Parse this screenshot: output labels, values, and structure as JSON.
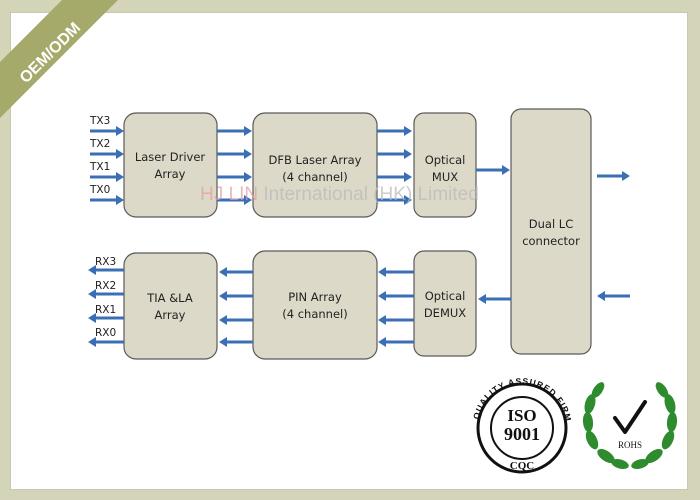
{
  "ribbon": {
    "text": "OEM/ODM",
    "color": "#a5a96a"
  },
  "watermark": {
    "brand_red": "HJ LIN",
    "brand_gray": " International (HK) Limited"
  },
  "tx_inputs": [
    "TX3",
    "TX2",
    "TX1",
    "TX0"
  ],
  "rx_outputs": [
    "RX3",
    "RX2",
    "RX1",
    "RX0"
  ],
  "blocks": {
    "laser_driver": {
      "line1": "Laser Driver",
      "line2": "Array"
    },
    "dfb_laser": {
      "line1": "DFB Laser Array",
      "line2": "(4 channel)"
    },
    "optical_mux": {
      "line1": "Optical",
      "line2": "MUX"
    },
    "dual_lc": {
      "line1": "Dual LC",
      "line2": "connector"
    },
    "tia_la": {
      "line1": "TIA &LA",
      "line2": "Array"
    },
    "pin_array": {
      "line1": "PIN Array",
      "line2": "(4 channel)"
    },
    "optical_demux": {
      "line1": "Optical",
      "line2": "DEMUX"
    }
  },
  "iso_seal": {
    "ring_text": "QUALITY ASSURED FIRM",
    "iso": "ISO",
    "number": "9001",
    "cqc": "CQC"
  },
  "rohs_seal": {
    "text": "ROHS"
  },
  "colors": {
    "arrow": "#3a6fb5",
    "block_fill": "#ddd9c8",
    "wreath": "#2e8b2e"
  }
}
